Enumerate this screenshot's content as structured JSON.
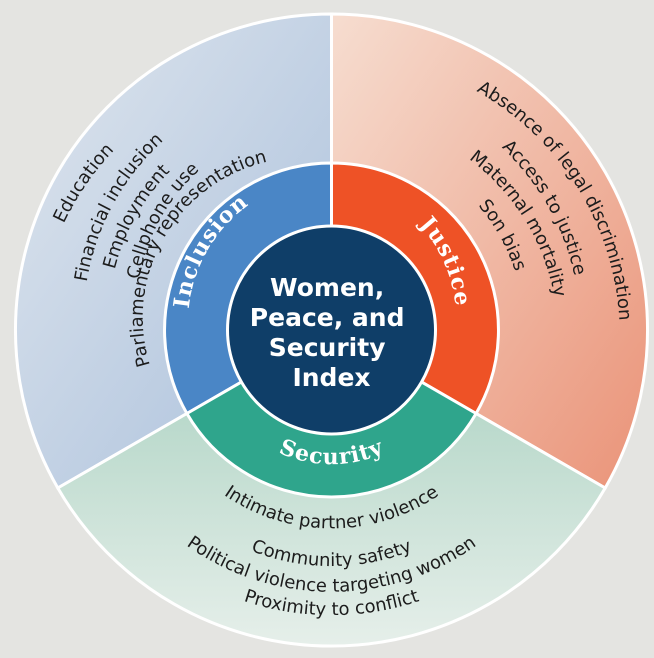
{
  "title_lines": [
    "Women,",
    "Peace, and",
    "Security",
    "Index"
  ],
  "dimensions": {
    "inclusion": {
      "label": "Inclusion",
      "color": "#4a86c6",
      "outer_color": "#c4d2e4",
      "indicators": [
        "Education",
        "Financial inclusion",
        "Employment",
        "Cellphone use",
        "Parliamentary representation"
      ]
    },
    "justice": {
      "label": "Justice",
      "color": "#ee5226",
      "outer_color": "#f2c8b4",
      "indicators": [
        "Absence of legal discrimination",
        "Access to justice",
        "Maternal mortality",
        "Son bias"
      ]
    },
    "security": {
      "label": "Security",
      "color": "#2fa58c",
      "outer_color": "#cfe4da",
      "indicators": [
        "Intimate partner violence",
        "Community safety",
        "Political violence targeting women",
        "Proximity to conflict"
      ]
    }
  },
  "colors": {
    "background": "#e4e4e1",
    "center": "#0f3e68",
    "border": "#ffffff"
  }
}
